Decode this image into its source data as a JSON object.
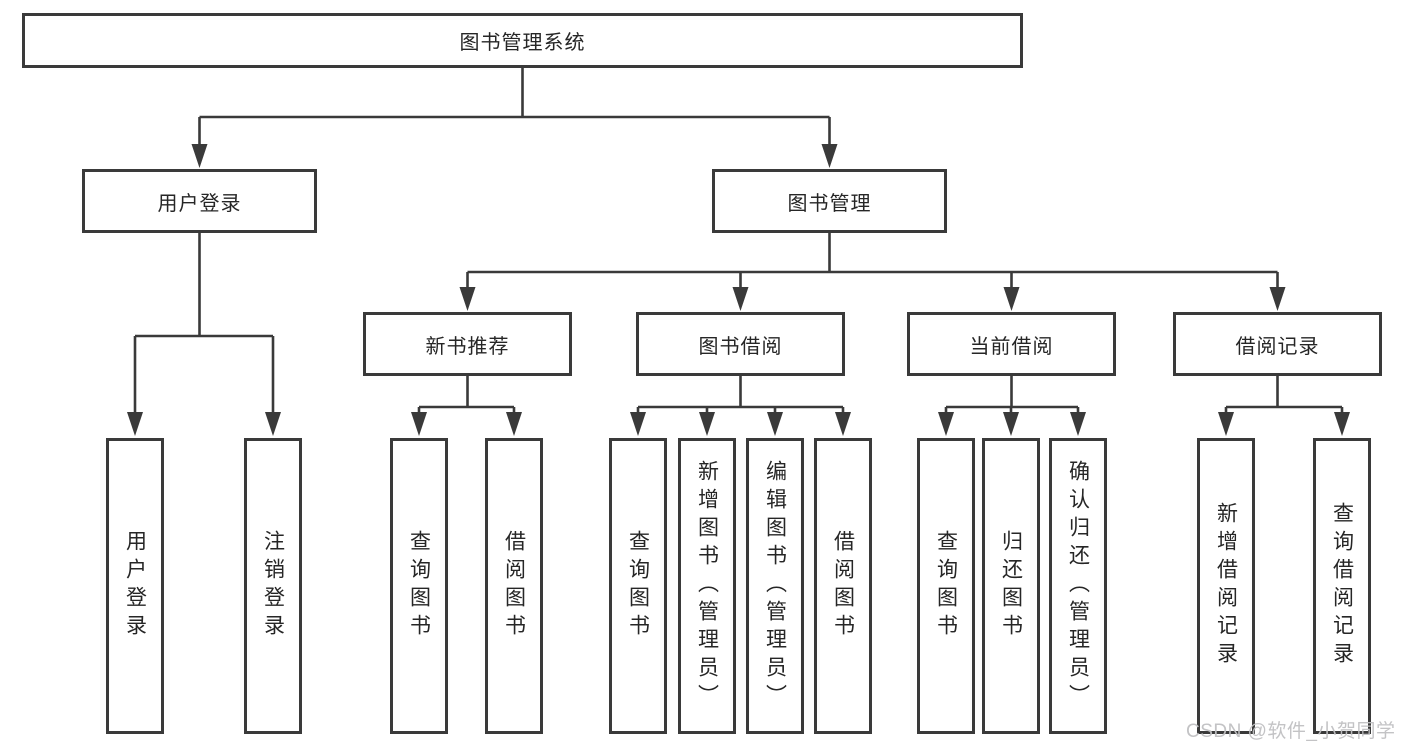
{
  "diagram": {
    "root": "图书管理系统",
    "branches": [
      {
        "label": "用户登录",
        "children": [
          "用户登录",
          "注销登录"
        ]
      },
      {
        "label": "图书管理",
        "groups": [
          {
            "label": "新书推荐",
            "children": [
              "查询图书",
              "借阅图书"
            ]
          },
          {
            "label": "图书借阅",
            "children": [
              "查询图书",
              "新增图书（管理员）",
              "编辑图书（管理员）",
              "借阅图书"
            ]
          },
          {
            "label": "当前借阅",
            "children": [
              "查询图书",
              "归还图书",
              "确认归还（管理员）"
            ]
          },
          {
            "label": "借阅记录",
            "children": [
              "新增借阅记录",
              "查询借阅记录"
            ]
          }
        ]
      }
    ]
  },
  "watermark": "CSDN @软件_小贺同学",
  "colors": {
    "line": "#3a3a3a",
    "box_border": "#3a3a3a",
    "text": "#262626",
    "watermark": "#c0c0c2",
    "background": "#ffffff"
  }
}
